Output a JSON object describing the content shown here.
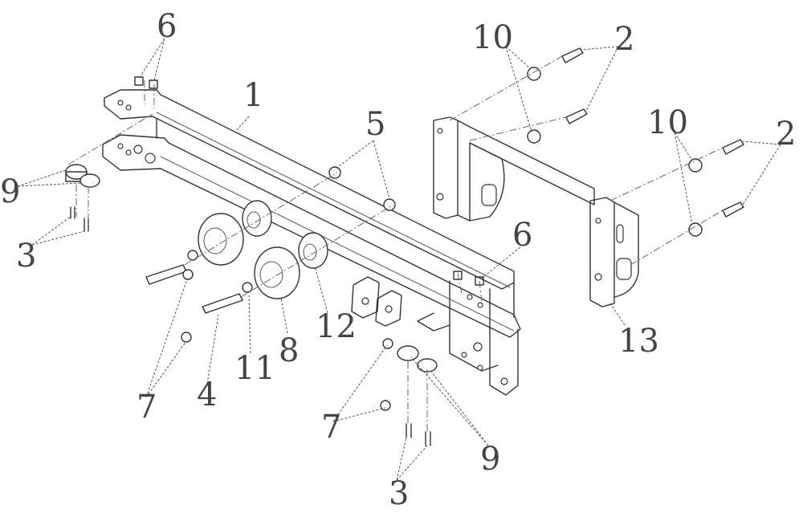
{
  "callouts": {
    "c6a": "6",
    "c1": "1",
    "c10a": "10",
    "c2a": "2",
    "c5": "5",
    "c10b": "10",
    "c2b": "2",
    "c9a": "9",
    "c3a": "3",
    "c6b": "6",
    "c12": "12",
    "c13": "13",
    "c8": "8",
    "c11": "11",
    "c7a": "7",
    "c4": "4",
    "c7b": "7",
    "c9b": "9",
    "c3b": "3"
  }
}
